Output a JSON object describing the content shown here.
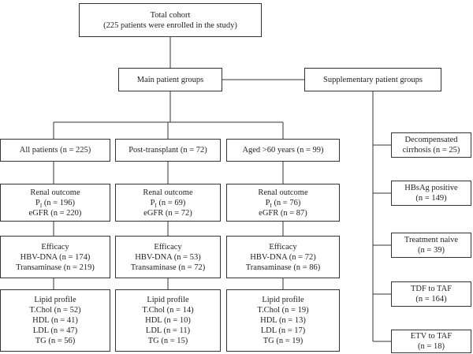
{
  "total": {
    "title": "Total cohort",
    "subtitle": "(225 patients were enrolled in the study)"
  },
  "main_groups": "Main patient groups",
  "supplementary_groups": "Supplementary patient groups",
  "columns": [
    {
      "header": "All patients (n = 225)",
      "renal": {
        "title": "Renal outcome",
        "pi_prefix": "P",
        "pi_sub": "I",
        "pi_rest": " (n = 196)",
        "egfr": "eGFR (n = 220)"
      },
      "efficacy": {
        "title": "Efficacy",
        "hbv": "HBV-DNA (n = 174)",
        "trans": "Transaminase (n = 219)"
      },
      "lipid": {
        "title": "Lipid profile",
        "tchol": "T.Chol (n = 52)",
        "hdl": "HDL (n = 41)",
        "ldl": "LDL (n = 47)",
        "tg": "TG (n = 56)"
      }
    },
    {
      "header": "Post-transplant (n = 72)",
      "renal": {
        "title": "Renal outcome",
        "pi_prefix": "P",
        "pi_sub": "I",
        "pi_rest": " (n = 69)",
        "egfr": "eGFR (n = 72)"
      },
      "efficacy": {
        "title": "Efficacy",
        "hbv": "HBV-DNA (n = 53)",
        "trans": "Transaminase (n = 72)"
      },
      "lipid": {
        "title": "Lipid profile",
        "tchol": "T.Chol (n = 14)",
        "hdl": "HDL (n = 10)",
        "ldl": "LDL (n = 11)",
        "tg": "TG (n = 15)"
      }
    },
    {
      "header": "Aged >60 years (n = 99)",
      "renal": {
        "title": "Renal outcome",
        "pi_prefix": "P",
        "pi_sub": "I",
        "pi_rest": " (n = 76)",
        "egfr": "eGFR (n = 87)"
      },
      "efficacy": {
        "title": "Efficacy",
        "hbv": "HBV-DNA (n = 72)",
        "trans": "Transaminase (n = 86)"
      },
      "lipid": {
        "title": "Lipid profile",
        "tchol": "T.Chol (n = 19)",
        "hdl": "HDL (n = 13)",
        "ldl": "LDL (n = 17)",
        "tg": "TG (n = 19)"
      }
    }
  ],
  "supplementary": [
    {
      "line1": "Decompensated",
      "line2": "cirrhosis (n = 25)"
    },
    {
      "line1": "HBsAg positive",
      "line2": "(n = 149)"
    },
    {
      "line1": "Treatment naive",
      "line2": "(n = 39)"
    },
    {
      "line1": "TDF to TAF",
      "line2": "(n = 164)"
    },
    {
      "line1": "ETV to TAF",
      "line2": "(n = 18)"
    }
  ]
}
